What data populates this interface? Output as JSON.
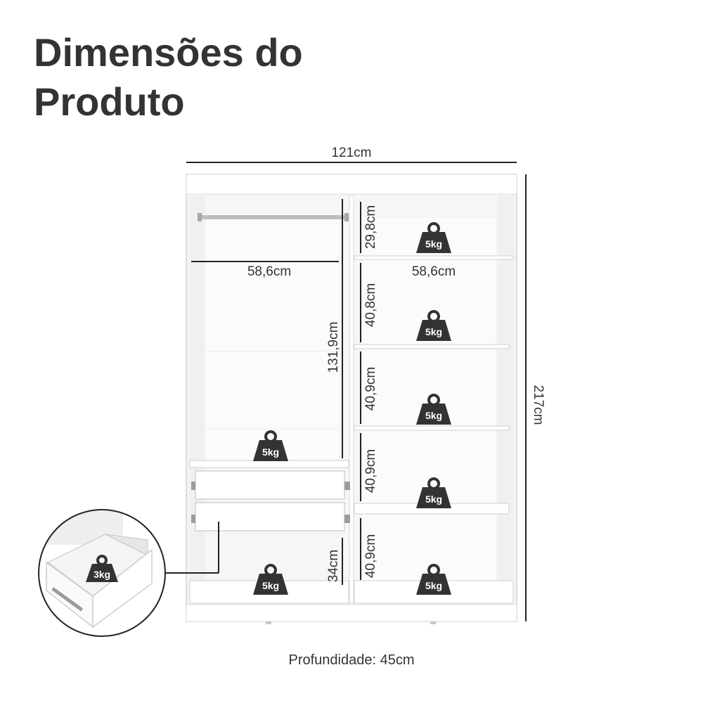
{
  "title": {
    "line1": "Dimensões do",
    "line2": "Produto"
  },
  "dimensions": {
    "total_width": "121cm",
    "total_height": "217cm",
    "left_width": "58,6cm",
    "right_width": "58,6cm",
    "hanging_height": "131,9cm",
    "bottom_left_height": "34cm",
    "shelf_heights": [
      "29,8cm",
      "40,8cm",
      "40,9cm",
      "40,9cm",
      "40,9cm"
    ]
  },
  "weights": {
    "shelves": [
      "5kg",
      "5kg",
      "5kg",
      "5kg",
      "5kg"
    ],
    "hanging": "5kg",
    "bottom_left": "5kg",
    "drawer": "3kg"
  },
  "depth": "Profundidade: 45cm",
  "colors": {
    "text": "#333333",
    "weight_icon": "#333333",
    "furniture": "#f2f2f2",
    "furniture_edge": "#d4d4d4"
  }
}
